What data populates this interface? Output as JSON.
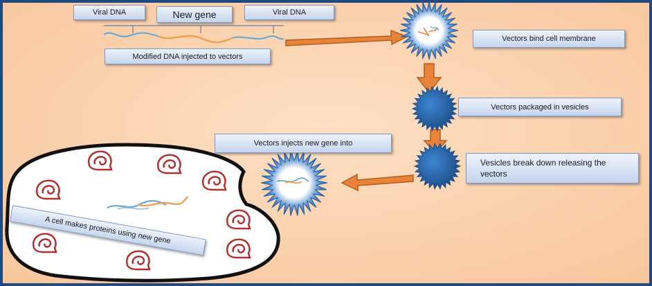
{
  "labels": {
    "viral_dna_left": "Viral DNA",
    "new_gene": "New gene",
    "viral_dna_right": "Viral DNA",
    "modified_dna": "Modified DNA injected to vectors",
    "vectors_bind": "Vectors bind cell membrane",
    "vectors_packaged": "Vectors packaged in vesicles",
    "vectors_inject": "Vectors injects new gene into",
    "vesicles_break": "Vesicles break down releasing the vectors",
    "cell_makes_proteins": "A cell makes proteins using new gene"
  },
  "colors": {
    "background": "#fcd6b3",
    "frame": "#1f4a80",
    "arrow": "#e8843a",
    "arrow_stroke": "#b35d1f",
    "vector_blue": "#2b6cb0",
    "protein_red": "#b03030",
    "dna_orange": "#f0a050",
    "dna_blue": "#70a8d0"
  }
}
